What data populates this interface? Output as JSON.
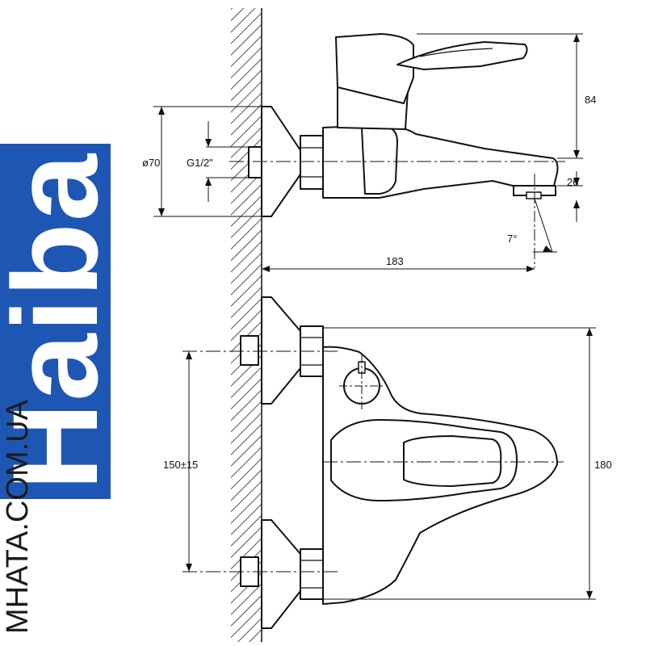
{
  "brand": {
    "name": "Haiba",
    "color": "#1e56b4",
    "text_color": "#ffffff"
  },
  "watermark": {
    "url": "MHATA.COM.UA"
  },
  "side_view": {
    "dims": {
      "height_84": "84",
      "height_26": "26",
      "diameter": "ø70",
      "thread": "G1/2\"",
      "length_183": "183",
      "angle": "7°"
    }
  },
  "top_view": {
    "dims": {
      "spacing": "150±15",
      "width_180": "180"
    }
  },
  "colors": {
    "line": "#111111",
    "hatch": "#222222"
  }
}
